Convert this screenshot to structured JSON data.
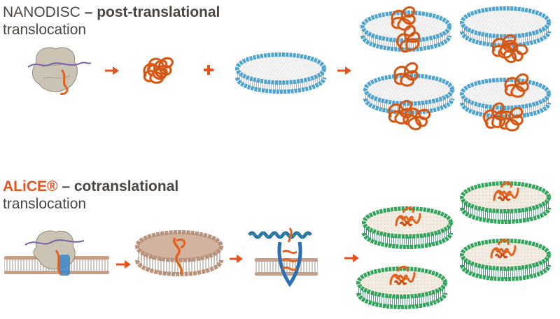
{
  "sections": [
    {
      "id": "nanodisc",
      "title_prefix": "NANODISC",
      "title_bold": " – post-translational",
      "title_line2": "translocation"
    },
    {
      "id": "alice",
      "title_prefix": "ALiCE®",
      "title_bold": " – cotranslational",
      "title_line2": "translocation"
    }
  ],
  "operators": {
    "plus": "+"
  },
  "colors": {
    "accent": "#e8521f",
    "protein": "#e0621e",
    "lipid_blue": "#4aa3d0",
    "lipid_green": "#2fa55a",
    "lipid_brown": "#b8927a",
    "ribosome": "#c9c2b4",
    "text": "#4a4540"
  }
}
